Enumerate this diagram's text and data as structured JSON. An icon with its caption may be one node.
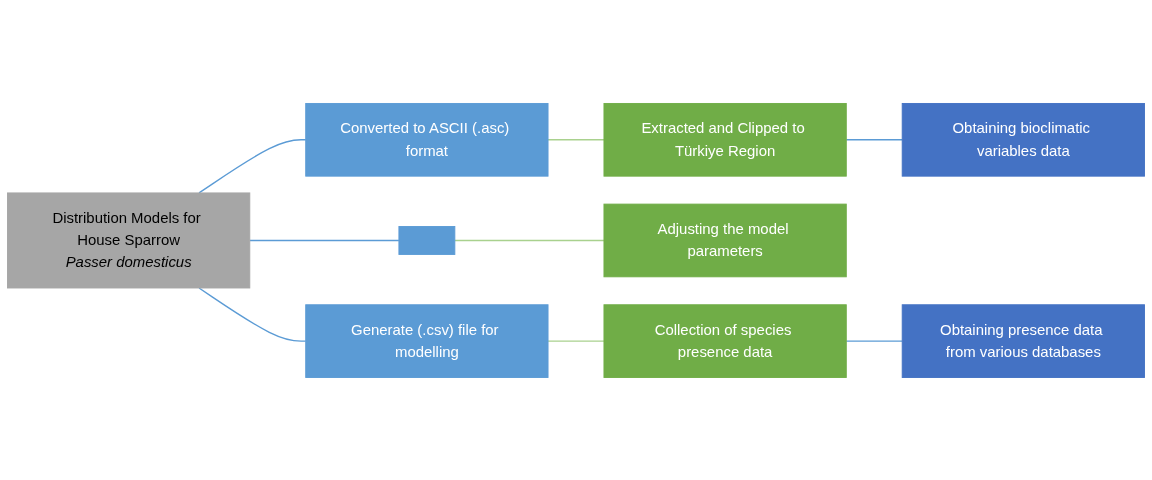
{
  "diagram": {
    "nodes": [
      {
        "text": [
          "Distribution Models for House Sparrow",
          "Passer domesticus"
        ]
      },
      {
        "text": [
          "Converted to ASCII (.asc) format"
        ]
      },
      {
        "text": [
          "Extracted and Clipped to Türkiye Region"
        ]
      },
      {
        "text": [
          "Obtaining bioclimatic variables data"
        ]
      },
      {
        "text": [],
        "shape": "box"
      },
      {
        "text": [
          "Adjusting the model parameters"
        ]
      },
      {
        "text": [
          "Generate (.csv) file for modelling"
        ]
      },
      {
        "text": [
          "Collection of species presence data"
        ]
      },
      {
        "text": [
          "Obtaining presence data from various databases"
        ]
      }
    ],
    "edges": [
      {
        "from": 0,
        "to": 1,
        "arrow": "none"
      },
      {
        "from": 0,
        "to": 4,
        "arrow": "none"
      },
      {
        "from": 0,
        "to": 6,
        "arrow": "none"
      },
      {
        "from": 1,
        "to": 2,
        "arrow": "none",
        "color": "#a9d18e"
      },
      {
        "from": 2,
        "to": 3,
        "arrow": "none"
      },
      {
        "from": 4,
        "to": 5,
        "arrow": "none",
        "color": "#a9d18e"
      },
      {
        "from": 6,
        "to": 7,
        "arrow": "none",
        "color": "#a9d18e"
      },
      {
        "from": 7,
        "to": 8,
        "arrow": "none"
      }
    ]
  }
}
